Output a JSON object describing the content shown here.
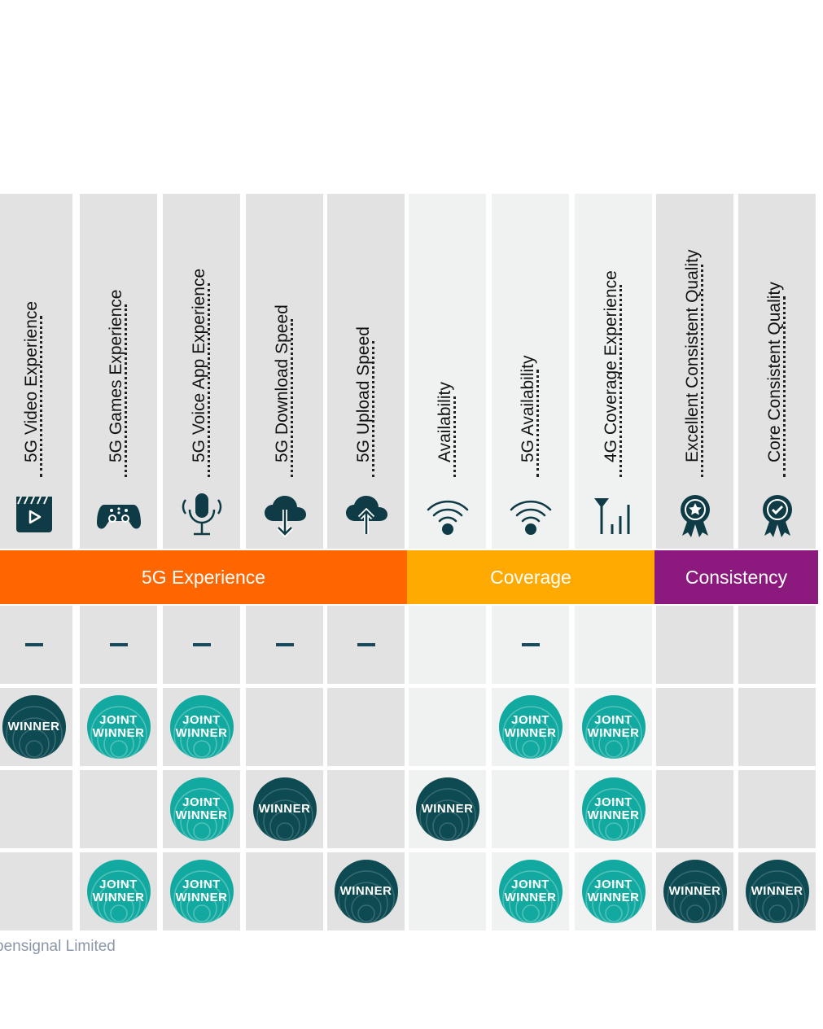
{
  "chart_data": {
    "type": "table",
    "columns": [
      {
        "label": "5G Video Experience",
        "icon": "video-clapper-icon",
        "group": 0
      },
      {
        "label": "5G Games Experience",
        "icon": "gamepad-icon",
        "group": 0
      },
      {
        "label": "5G Voice App Experience",
        "icon": "microphone-icon",
        "group": 0
      },
      {
        "label": "5G Download Speed",
        "icon": "cloud-download-icon",
        "group": 0
      },
      {
        "label": "5G Upload Speed",
        "icon": "cloud-upload-icon",
        "group": 0
      },
      {
        "label": "Availability",
        "icon": "wifi-signal-icon",
        "group": 1
      },
      {
        "label": "5G Availability",
        "icon": "wifi-signal-icon",
        "group": 1
      },
      {
        "label": "4G Coverage Experience",
        "icon": "signal-bars-icon",
        "group": 1
      },
      {
        "label": "Excellent Consistent Quality",
        "icon": "star-award-icon",
        "group": 2
      },
      {
        "label": "Core Consistent Quality",
        "icon": "check-award-icon",
        "group": 2
      }
    ],
    "groups": [
      {
        "label": "5G Experience",
        "color": "#ff6600"
      },
      {
        "label": "Coverage",
        "color": "#ffaa00"
      },
      {
        "label": "Consistency",
        "color": "#8c1a7e"
      }
    ],
    "rows": [
      [
        "dash",
        "dash",
        "dash",
        "dash",
        "dash",
        "",
        "dash",
        "",
        "",
        ""
      ],
      [
        "winner",
        "joint",
        "joint",
        "",
        "",
        "",
        "joint",
        "joint",
        "",
        ""
      ],
      [
        "",
        "",
        "joint",
        "winner",
        "",
        "winner",
        "",
        "joint",
        "",
        ""
      ],
      [
        "",
        "joint",
        "joint",
        "",
        "winner",
        "",
        "joint",
        "joint",
        "winner",
        "winner"
      ]
    ],
    "badge_text": {
      "winner": "WINNER",
      "joint_line1": "JOINT",
      "joint_line2": "WINNER"
    }
  },
  "footer": "pensignal Limited",
  "colors": {
    "cell_dark": "#e2e2e2",
    "cell_light": "#f0f1f1",
    "joint_badge": "#12aaa0",
    "winner_badge": "#0e4a52"
  }
}
